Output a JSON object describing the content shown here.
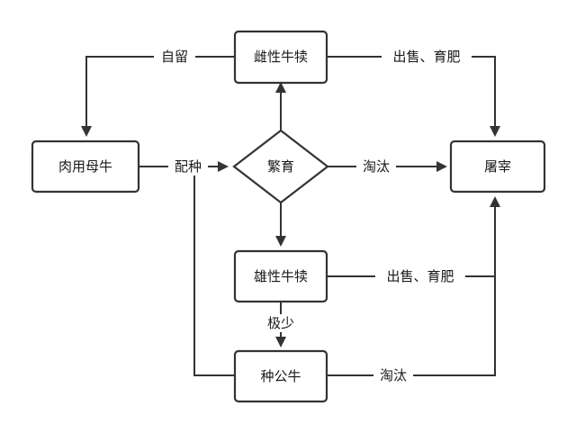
{
  "nodes": {
    "meat_cow": "肉用母牛",
    "breeding": "繁育",
    "female_calf": "雌性牛犊",
    "male_calf": "雄性牛犊",
    "breeding_bull": "种公牛",
    "slaughter": "屠宰"
  },
  "edges": {
    "self_keep": "自留",
    "mating": "配种",
    "cull_breeding": "淘汰",
    "sell_female": "出售、育肥",
    "sell_male": "出售、育肥",
    "few": "极少",
    "cull_bull": "淘汰"
  }
}
